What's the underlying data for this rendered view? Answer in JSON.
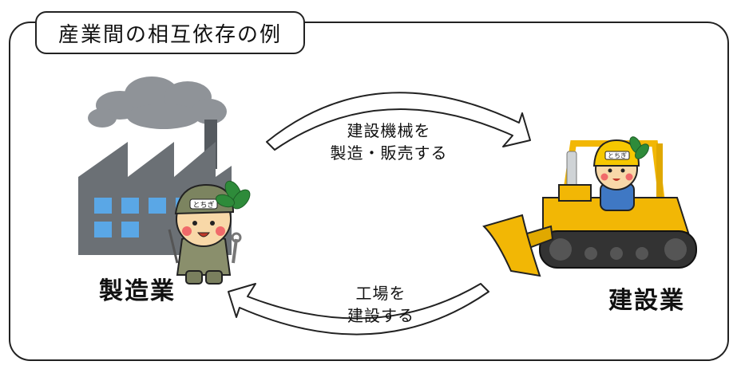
{
  "title": "産業間の相互依存の例",
  "nodes": {
    "manufacturing": {
      "label": "製造業"
    },
    "construction": {
      "label": "建設業"
    }
  },
  "arrows": {
    "top": {
      "line1": "建設機械を",
      "line2": "製造・販売する"
    },
    "bottom": {
      "line1": "工場を",
      "line2": "建設する"
    }
  },
  "characters": {
    "cap_text": "とちぎ",
    "helmet_text": "とちぎ"
  },
  "colors": {
    "factory_body": "#6b7075",
    "window": "#5aa7e6",
    "smoke": "#8f9398",
    "bulldozer": "#f2b705",
    "leaf": "#2e8b3a",
    "outline": "#222222"
  }
}
